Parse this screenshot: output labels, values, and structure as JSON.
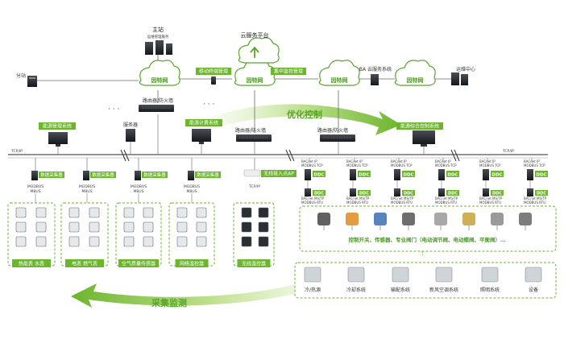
{
  "colors": {
    "accent_green": "#6cb52d",
    "light_green": "#bfe08f",
    "cloud_stroke": "#55a629",
    "device_dark": "#2b2f33",
    "bus_line": "#555555",
    "dashed_border": "#8cc63f"
  },
  "top": {
    "main_station": "主站",
    "main_station_sub": "运维管理服务",
    "cloud_platform": "云服务平台",
    "branch_station": "分站",
    "internet": "因特网",
    "mobile_terminal": "移动终端管理",
    "central_monitor": "集中监控管理",
    "ba_cloud": "BA 云服务系统",
    "ops_center": "运维中心",
    "router_left": "路由器/防火墙",
    "router_mid": "路由器/防火墙",
    "router_right": "路由器/防火墙",
    "ellipsis": "· · ·"
  },
  "middle": {
    "energy_mgmt": "能源管理系统",
    "server": "服务器",
    "energy_billing": "能源计费系统",
    "integrated_control": "能源综合控制系统",
    "optimize_control": "优化控制",
    "tcpip": "TCP/IP"
  },
  "collectors": {
    "collector_label": "数据采集器",
    "protocol_lines": [
      "MODBUS",
      "MBUS"
    ],
    "wireless_ap": "无线接入点AP",
    "ap_protocol": "TCP/IP",
    "groups": [
      "热能表 水表",
      "电表 燃气表",
      "空气质量传感器",
      "网络温控器",
      "无线温控器"
    ]
  },
  "ddc": {
    "label": "DDC",
    "top_lines": [
      "BACnet IP",
      "MODBUS TCP"
    ],
    "bottom_lines": [
      "BACnet MS/TP",
      "MODBUS RTU"
    ]
  },
  "controls": {
    "devices_caption": "控制开关、传感器、专业阀门（电动调节阀、电动蝶阀、平衡阀）…",
    "systems": [
      "冷/热源",
      "冷却系统",
      "输配系统",
      "新风空调系统",
      "照明系统",
      "设备"
    ]
  },
  "bottom": {
    "collection_monitor": "采集监测"
  }
}
